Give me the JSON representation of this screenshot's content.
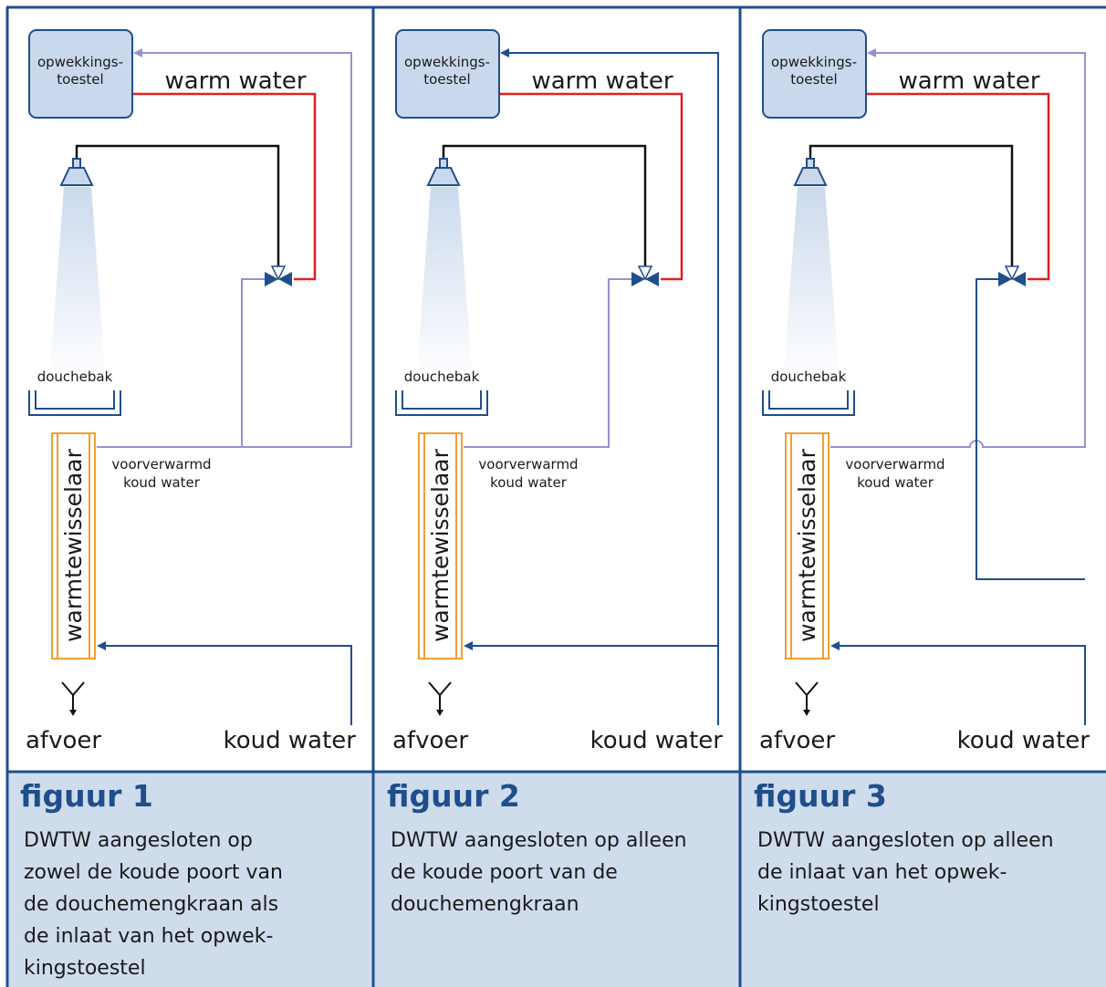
{
  "panels": [
    {
      "label_generator": [
        "opwekkings-",
        "toestel"
      ],
      "label_warm": "warm water",
      "label_shower_tray": "douchebak",
      "label_preheated": [
        "voorverwarmd",
        "koud water"
      ],
      "label_exchanger": "warmtewisselaar",
      "label_drain": "afvoer",
      "label_cold": "koud water",
      "title": "figuur 1",
      "caption": [
        "DWTW aangesloten op",
        "zowel de koude poort van",
        "de douchemengkraan als",
        "de inlaat van het opwek-",
        "kingstoestel"
      ]
    },
    {
      "label_generator": [
        "opwekkings-",
        "toestel"
      ],
      "label_warm": "warm water",
      "label_shower_tray": "douchebak",
      "label_preheated": [
        "voorverwarmd",
        "koud water"
      ],
      "label_exchanger": "warmtewisselaar",
      "label_drain": "afvoer",
      "label_cold": "koud water",
      "title": "figuur 2",
      "caption": [
        "DWTW aangesloten op alleen",
        "de koude poort van de",
        "douchemengkraan"
      ]
    },
    {
      "label_generator": [
        "opwekkings-",
        "toestel"
      ],
      "label_warm": "warm water",
      "label_shower_tray": "douchebak",
      "label_preheated": [
        "voorverwarmd",
        "koud water"
      ],
      "label_exchanger": "warmtewisselaar",
      "label_drain": "afvoer",
      "label_cold": "koud water",
      "title": "figuur 3",
      "caption": [
        "DWTW aangesloten op alleen",
        "de inlaat van het opwek-",
        "kingstoestel"
      ]
    }
  ],
  "colors": {
    "hot_pipe": "#e02020",
    "mixed_pipe": "#111111",
    "cold_pipe": "#1f4e8c",
    "preheated_pipe": "#9a8fcf",
    "exchanger_outline": "#f0a030",
    "generator_fill": "#c9d8ec",
    "caption_band": "#cfdcec",
    "frame": "#1f4e8c",
    "title_text": "#1f4e8c"
  }
}
